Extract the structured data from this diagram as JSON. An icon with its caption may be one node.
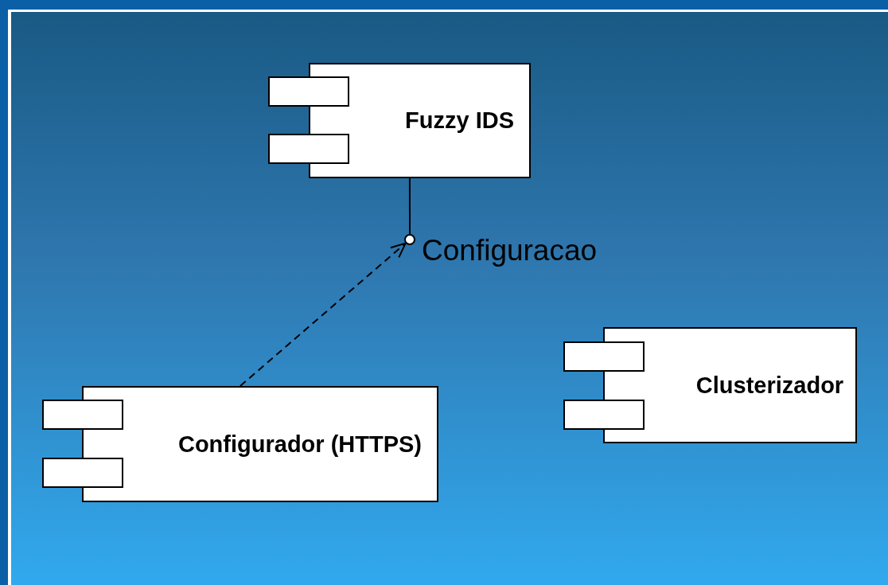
{
  "diagram": {
    "nodes": [
      {
        "text": [
          "Fuzzy IDS"
        ]
      },
      {
        "text": [],
        "shape": "circle",
        "beside": [
          "Configuracao"
        ]
      },
      {
        "text": [
          "Configurador (HTTPS)"
        ]
      },
      {
        "text": [
          "Clusterizador"
        ]
      }
    ],
    "edges": [
      {
        "from": 0,
        "to": 1,
        "arrow": "none"
      },
      {
        "from": 2,
        "to": 1,
        "arrow": "to",
        "style": "dashed"
      }
    ]
  }
}
